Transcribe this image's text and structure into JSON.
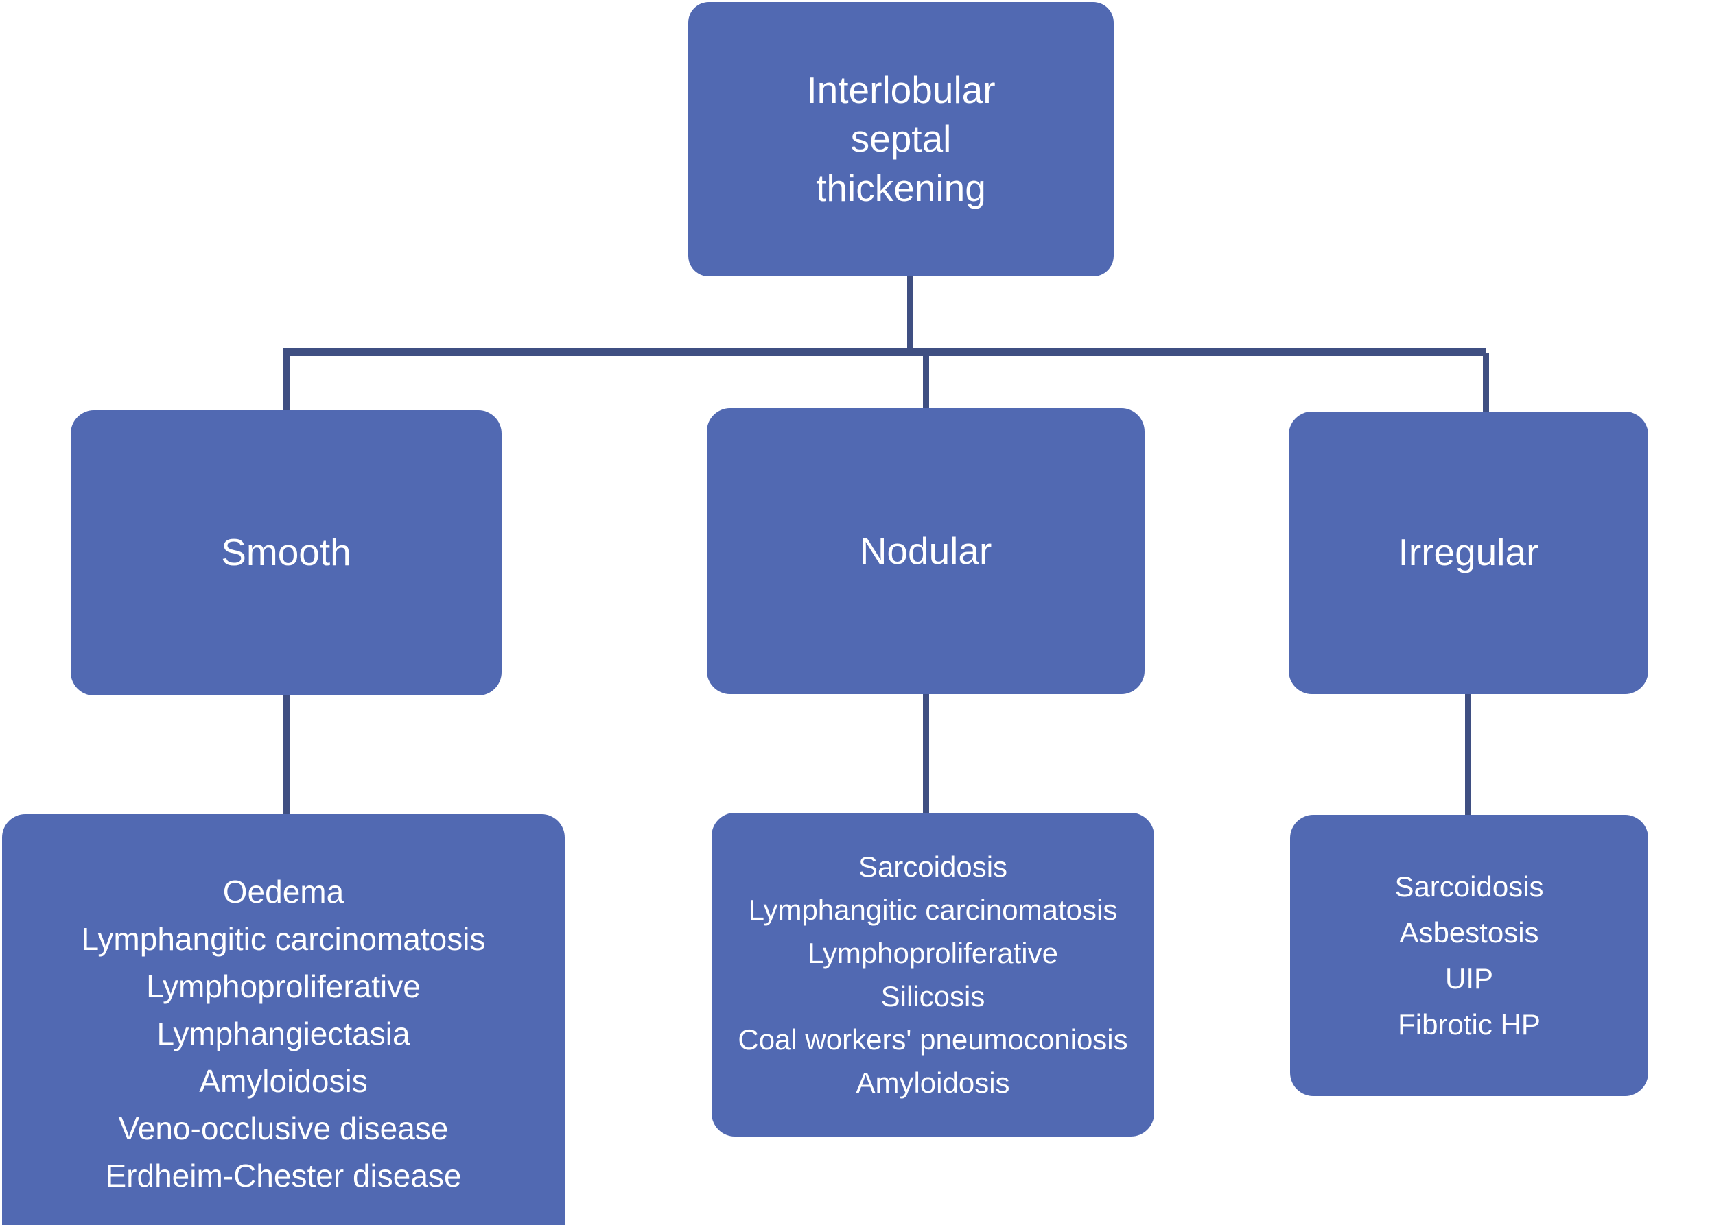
{
  "diagram": {
    "title": "Interlobular septal thickening",
    "type": "flowchart",
    "colors": {
      "node_fill": "#5169b2",
      "node_text": "#ffffff",
      "connector": "#3f4f82",
      "background": "#ffffff"
    },
    "root": {
      "label": "Interlobular\nseptal\nthickening"
    },
    "categories": [
      {
        "id": "smooth",
        "label": "Smooth",
        "items": [
          "Oedema",
          "Lymphangitic carcinomatosis",
          "Lymphoproliferative",
          "Lymphangiectasia",
          "Amyloidosis",
          "Veno-occlusive disease",
          "Erdheim-Chester disease"
        ]
      },
      {
        "id": "nodular",
        "label": "Nodular",
        "items": [
          "Sarcoidosis",
          "Lymphangitic carcinomatosis",
          "Lymphoproliferative",
          "Silicosis",
          "Coal workers' pneumoconiosis",
          "Amyloidosis"
        ]
      },
      {
        "id": "irregular",
        "label": "Irregular",
        "items": [
          "Sarcoidosis",
          "Asbestosis",
          "UIP",
          "Fibrotic HP"
        ]
      }
    ]
  }
}
